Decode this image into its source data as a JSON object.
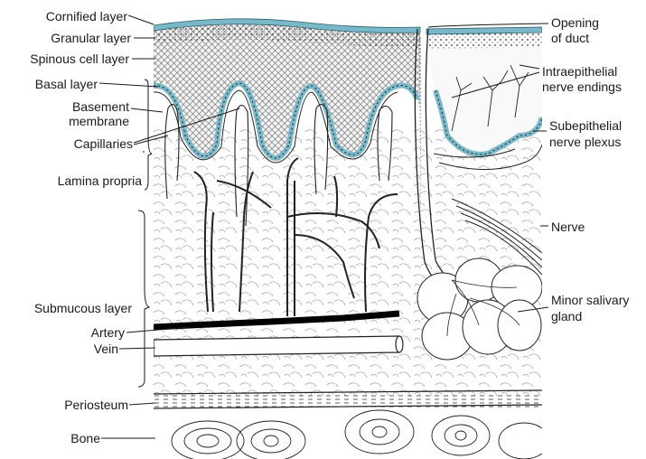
{
  "figure": {
    "left_labels": {
      "cornified": "Cornified layer",
      "granular": "Granular layer",
      "spinous": "Spinous cell layer",
      "basal": "Basal layer",
      "basement_1": "Basement",
      "basement_2": "membrane",
      "capillaries": "Capillaries",
      "lamina": "Lamina propria",
      "submucous": "Submucous layer",
      "artery": "Artery",
      "vein": "Vein",
      "periosteum": "Periosteum",
      "bone": "Bone"
    },
    "right_labels": {
      "opening_1": "Opening",
      "opening_2": "of duct",
      "intra_1": "Intraepithelial",
      "intra_2": "nerve endings",
      "subepi_1": "Subepithelial",
      "subepi_2": "nerve plexus",
      "nerve": "Nerve",
      "gland_1": "Minor salivary",
      "gland_2": "gland"
    },
    "colors": {
      "cornified": "#7ab8c8",
      "ink": "#1a1a1a",
      "artery": "#000000"
    }
  }
}
